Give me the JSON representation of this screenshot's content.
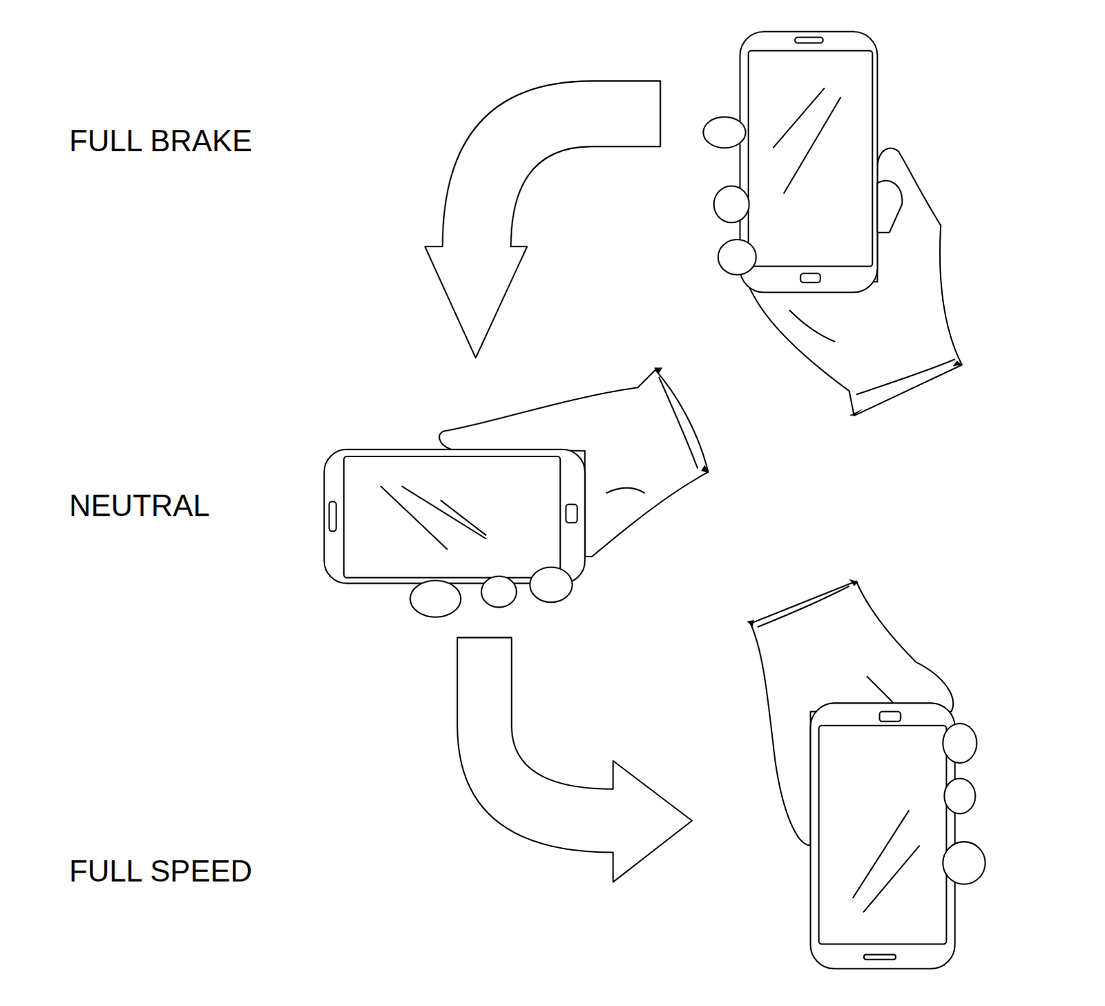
{
  "diagram": {
    "labels": [
      "FULL BRAKE",
      "NEUTRAL",
      "FULL SPEED"
    ]
  }
}
